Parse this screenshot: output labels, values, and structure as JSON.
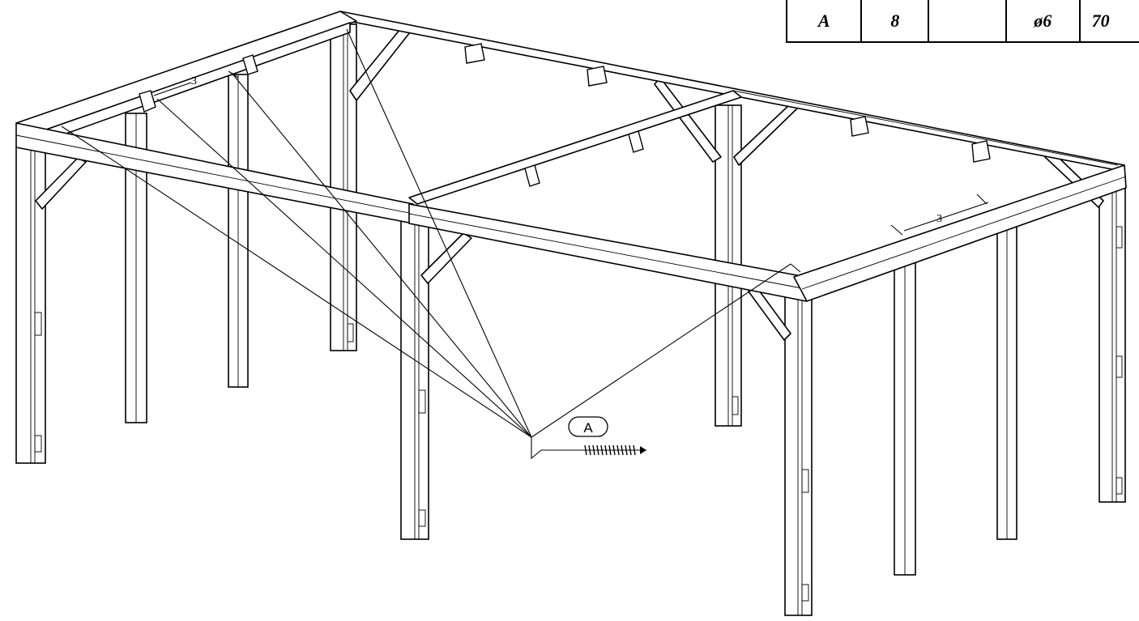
{
  "parts_table": {
    "cells": [
      "A",
      "8",
      "",
      "ø6",
      "70"
    ]
  },
  "callout": {
    "label": "A"
  },
  "dimensions": {
    "left_rear_spacing": "3",
    "right_front_spacing": "3"
  }
}
